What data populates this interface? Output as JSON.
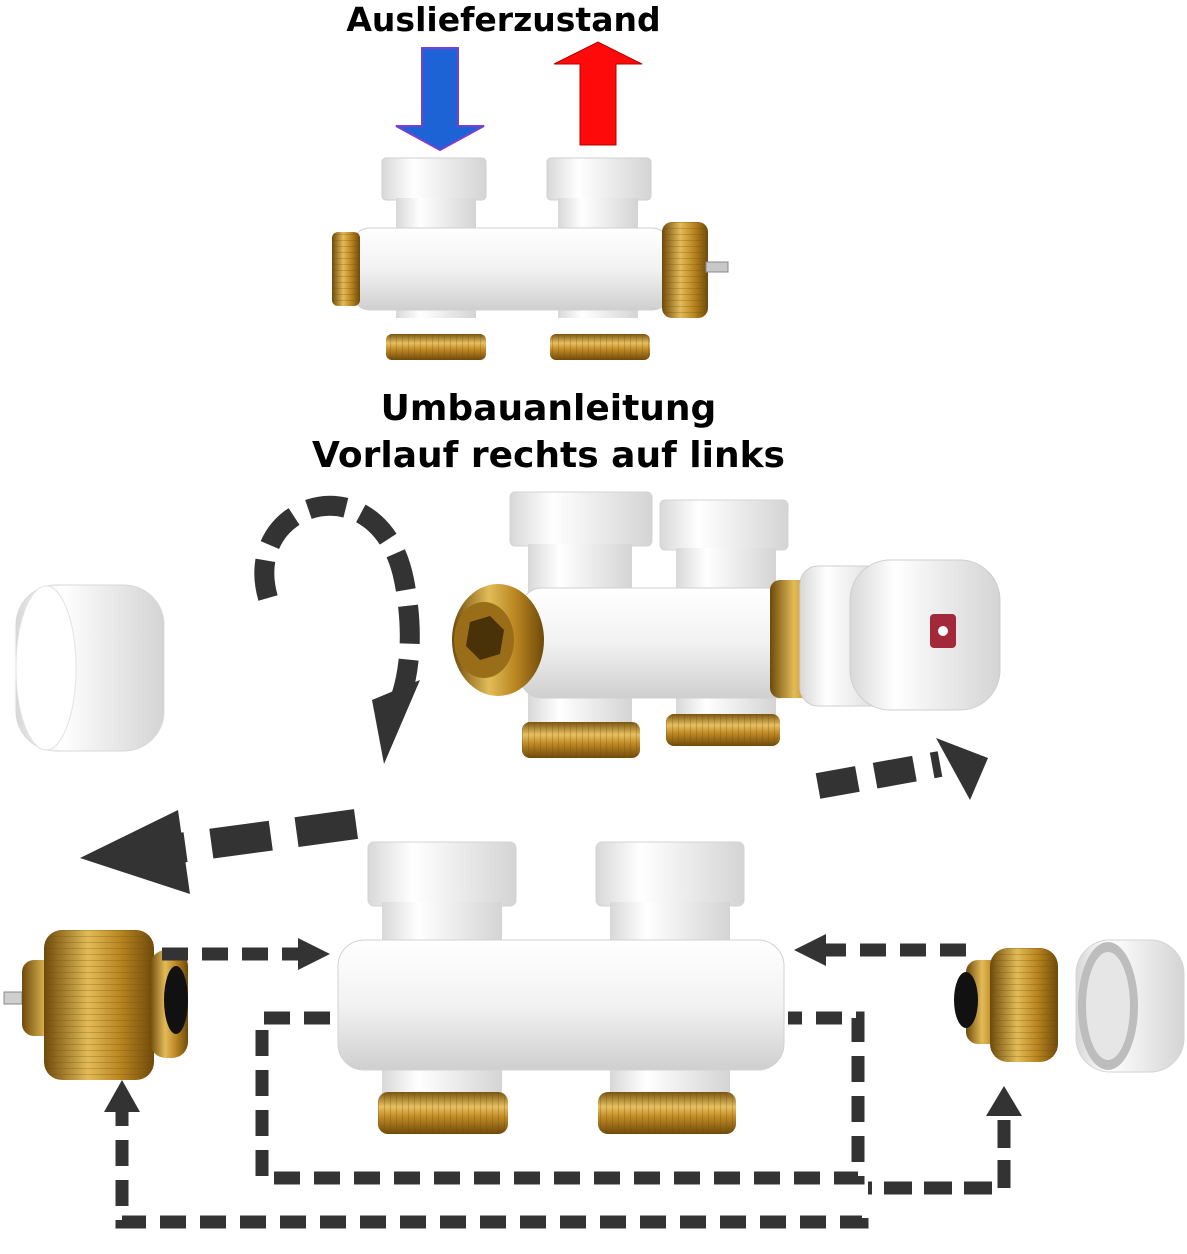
{
  "titles": {
    "delivery_state": "Auslieferzustand",
    "conversion_line1": "Umbauanleitung",
    "conversion_line2": "Vorlauf rechts auf links"
  },
  "colors": {
    "flow_in_arrow": "#1e63d6",
    "flow_out_arrow": "#ff0a0a",
    "dashed_arrows": "#333333",
    "body_white": "#f4f4f4",
    "brass": "#c99a2e",
    "brass_dark": "#8a6514",
    "valve_logo": "#a3283a"
  },
  "icons": {
    "in_arrow": "arrow-down-icon",
    "out_arrow": "arrow-up-icon",
    "rotate": "rotate-arrow-icon",
    "move": "dashed-arrow-icon"
  }
}
